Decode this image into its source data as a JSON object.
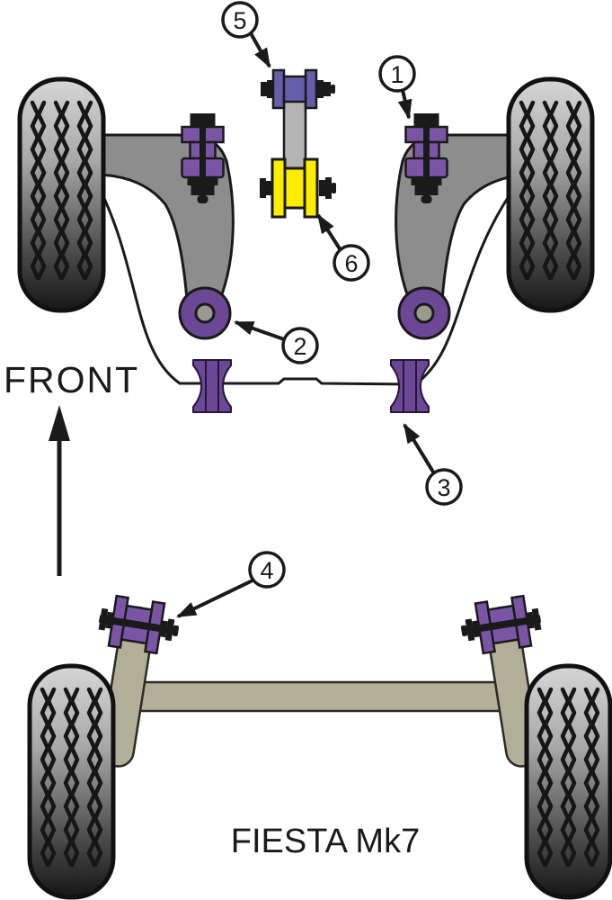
{
  "texts": {
    "front_label": "FRONT",
    "model_label": "FIESTA Mk7"
  },
  "callouts": [
    {
      "label": "1"
    },
    {
      "label": "2"
    },
    {
      "label": "3"
    },
    {
      "label": "4"
    },
    {
      "label": "5"
    },
    {
      "label": "6"
    }
  ],
  "colors": {
    "background": "#ffffff",
    "outline": "#1a1a1a",
    "bushing_purple": "#7b55a5",
    "deep_purple": "#6b4796",
    "blue_purple": "#655ea9",
    "poly_yellow": "#ffed00",
    "arm_gray": "#8d8d8d",
    "link_gray": "#b4b4b4",
    "bore_gray": "#9a9a8e",
    "axle_khaki": "#b2af99",
    "axle_outline": "#2b2b24",
    "spool_outline": "#241738"
  }
}
